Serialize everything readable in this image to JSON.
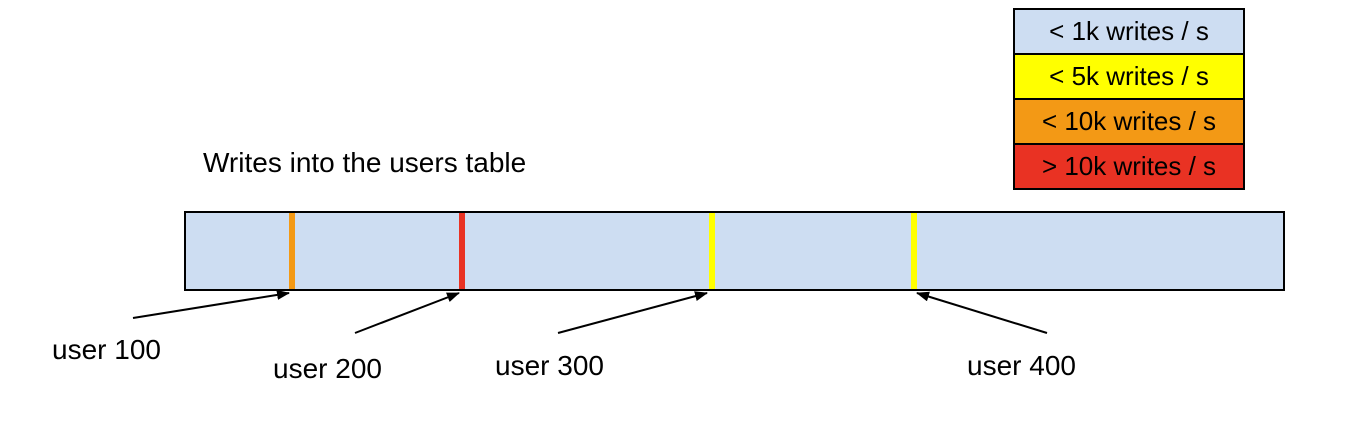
{
  "title": "Writes into the users table",
  "colors": {
    "bar_fill": "#cdddf2",
    "yellow": "#ffff00",
    "orange": "#f39915",
    "red": "#e93223",
    "outline": "#000000"
  },
  "legend": {
    "items": [
      {
        "label": "< 1k writes / s",
        "color": "#cdddf2"
      },
      {
        "label": "< 5k writes / s",
        "color": "#ffff00"
      },
      {
        "label": "< 10k writes / s",
        "color": "#f39915"
      },
      {
        "label": "> 10k writes / s",
        "color": "#e93223"
      }
    ]
  },
  "bar": {
    "fill_color": "#cdddf2",
    "markers": [
      {
        "user": "user 100",
        "tier": "< 10k writes / s",
        "color": "#f39915"
      },
      {
        "user": "user 200",
        "tier": "> 10k writes / s",
        "color": "#e93223"
      },
      {
        "user": "user 300",
        "tier": "< 5k writes / s",
        "color": "#ffff00"
      },
      {
        "user": "user 400",
        "tier": "< 5k writes / s",
        "color": "#ffff00"
      }
    ]
  }
}
